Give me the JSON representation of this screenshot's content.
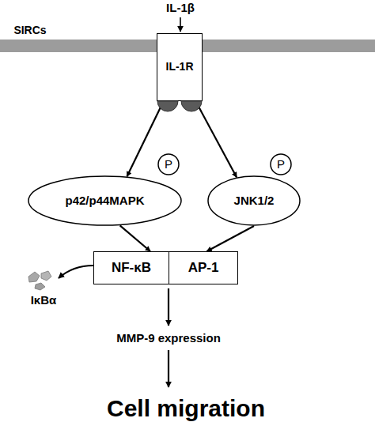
{
  "diagram": {
    "nodes": [
      {
        "text": [
          "IL-1R"
        ]
      },
      {
        "text": [
          "p42/p44MAPK"
        ]
      },
      {
        "text": [
          "P"
        ]
      },
      {
        "text": [
          "JNK1/2"
        ]
      },
      {
        "text": [
          "P"
        ]
      },
      {
        "text": [
          "NF-κB"
        ]
      },
      {
        "text": [
          "AP-1"
        ]
      }
    ],
    "edges": [
      {
        "from": 0,
        "to": 1,
        "arrow": "to"
      },
      {
        "from": 0,
        "to": 3,
        "arrow": "to"
      },
      {
        "from": 1,
        "to": 5,
        "arrow": "to"
      },
      {
        "from": 3,
        "to": 6,
        "arrow": "to"
      }
    ],
    "labels": [
      "IL-1β",
      "SIRCs",
      "IκBα",
      "MMP-9 expression",
      "Cell migration"
    ]
  }
}
